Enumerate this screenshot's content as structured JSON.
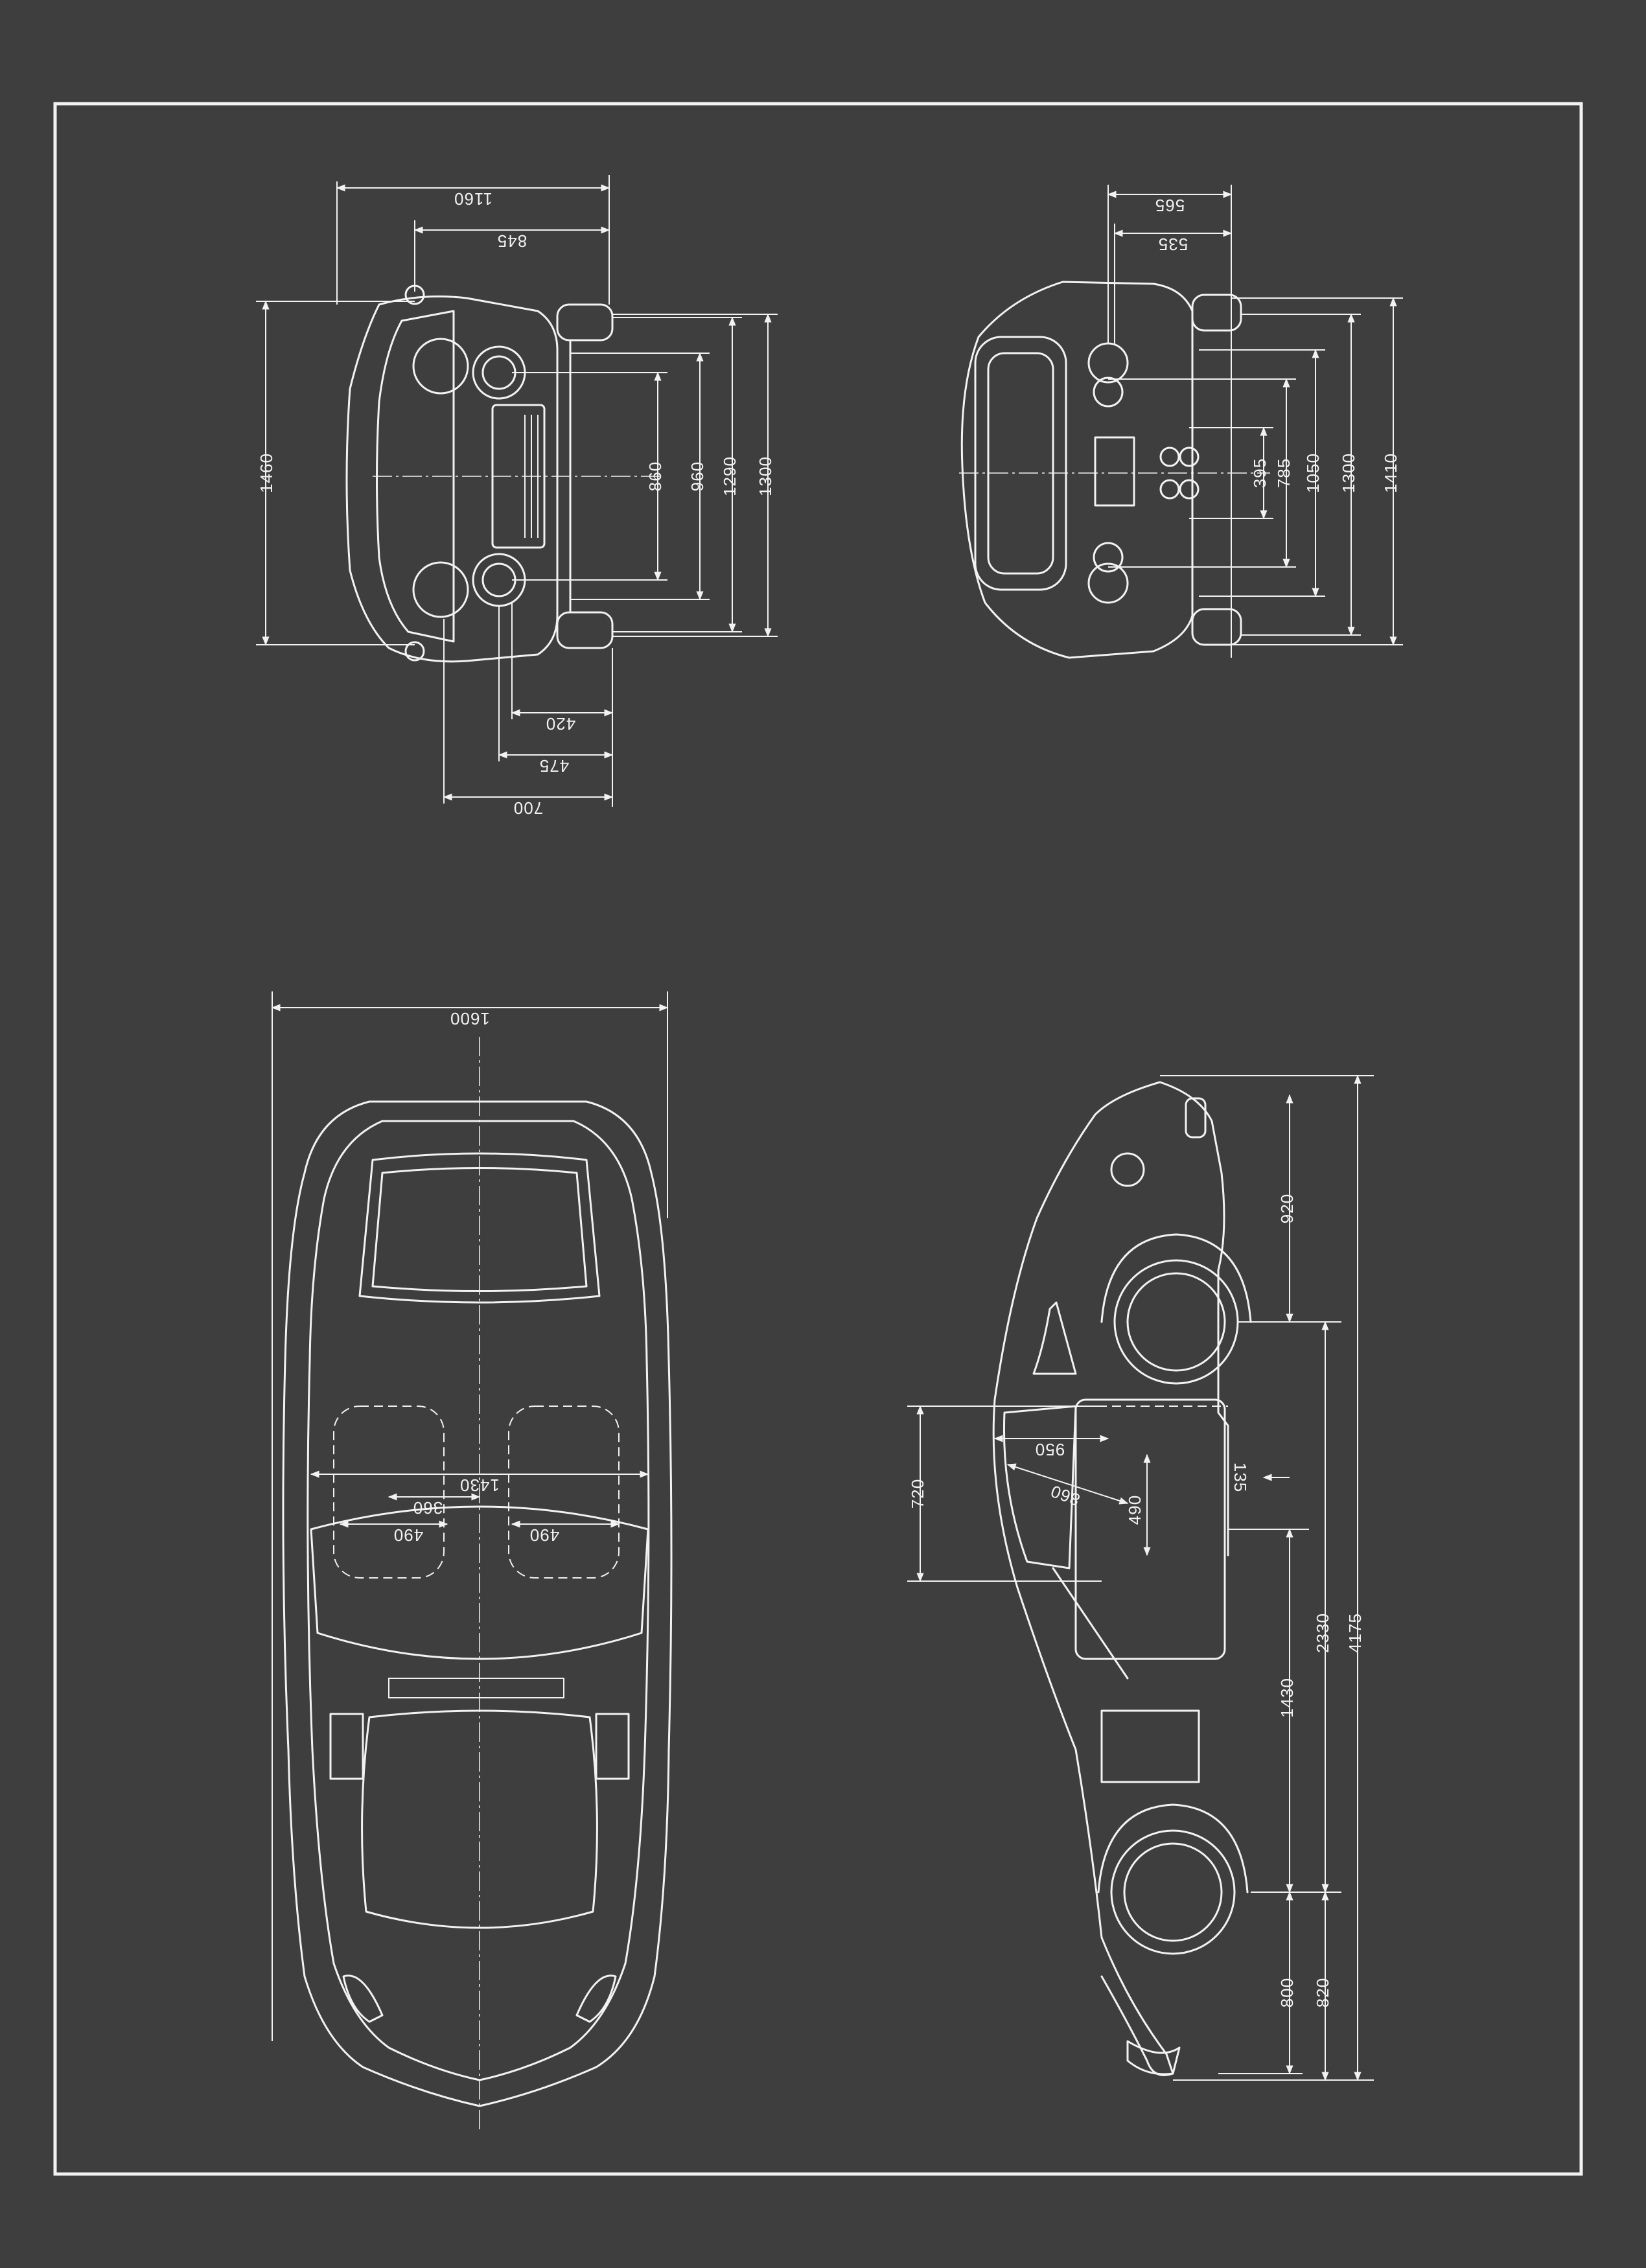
{
  "colors": {
    "background": "#3e3e3e",
    "ink": "#f2f2f2"
  },
  "views": {
    "front": {
      "dims": {
        "width_1160": "1160",
        "width_845": "845",
        "height_1460": "1460",
        "h_860": "860",
        "h_960": "960",
        "h_1290": "1290",
        "h_1300": "1300",
        "w_420": "420",
        "w_475": "475",
        "w_700": "700"
      }
    },
    "rear": {
      "dims": {
        "w_565": "565",
        "w_535": "535",
        "h_395": "395",
        "h_785": "785",
        "h_1050": "1050",
        "h_1300": "1300",
        "h_1410": "1410"
      }
    },
    "top": {
      "dims": {
        "width_1600": "1600",
        "width_1430": "1430",
        "w_360": "360",
        "w_490_left": "490",
        "w_490_right": "490"
      }
    },
    "side": {
      "dims": {
        "h_920": "920",
        "h_720": "720",
        "h_950": "950",
        "h_860": "860",
        "h_490": "490",
        "h_135": "135",
        "l_2330": "2330",
        "l_4175": "4175",
        "l_1430": "1430",
        "l_800": "800",
        "l_820": "820"
      }
    }
  }
}
